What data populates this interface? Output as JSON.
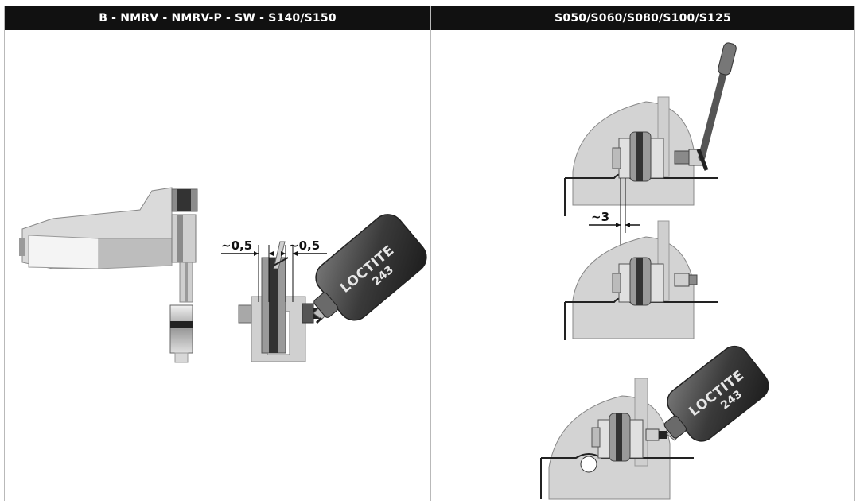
{
  "headers": {
    "left": "B - NMRV - NMRV-P - SW - S140/S150",
    "right": "S050/S060/S080/S100/S125"
  },
  "left_figure": {
    "dim_left": "~0,5",
    "dim_right": "~0,5",
    "bottle_brand": "LOCTITE",
    "bottle_number": "243"
  },
  "right_figure": {
    "dim_gap": "~3",
    "bottle_brand": "LOCTITE",
    "bottle_number": "243"
  }
}
